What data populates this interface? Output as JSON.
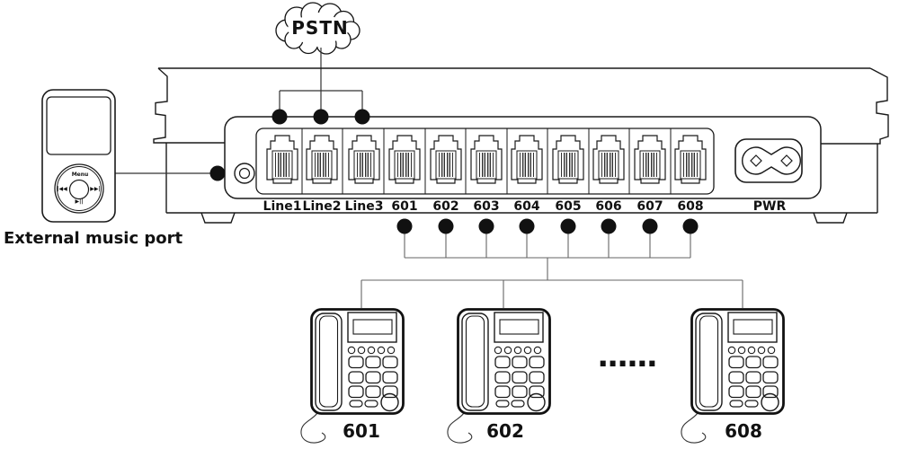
{
  "diagram": {
    "cloud": {
      "label": "PSTN"
    },
    "pbx": {
      "port_labels": [
        "Line1",
        "Line2",
        "Line3",
        "601",
        "602",
        "603",
        "604",
        "605",
        "606",
        "607",
        "608"
      ],
      "power_label": "PWR"
    },
    "music_player": {
      "caption": "External music port",
      "wheel": {
        "menu": "Menu",
        "prev": "|◀◀",
        "next": "▶▶|",
        "play": "▶||"
      }
    },
    "phones": [
      {
        "label": "601"
      },
      {
        "label": "602"
      },
      {
        "label": "608"
      }
    ],
    "ellipsis": "......",
    "colors": {
      "line": "#1a1a1a",
      "connector": "#666666",
      "contact_shade": "#b3b3b3"
    }
  }
}
